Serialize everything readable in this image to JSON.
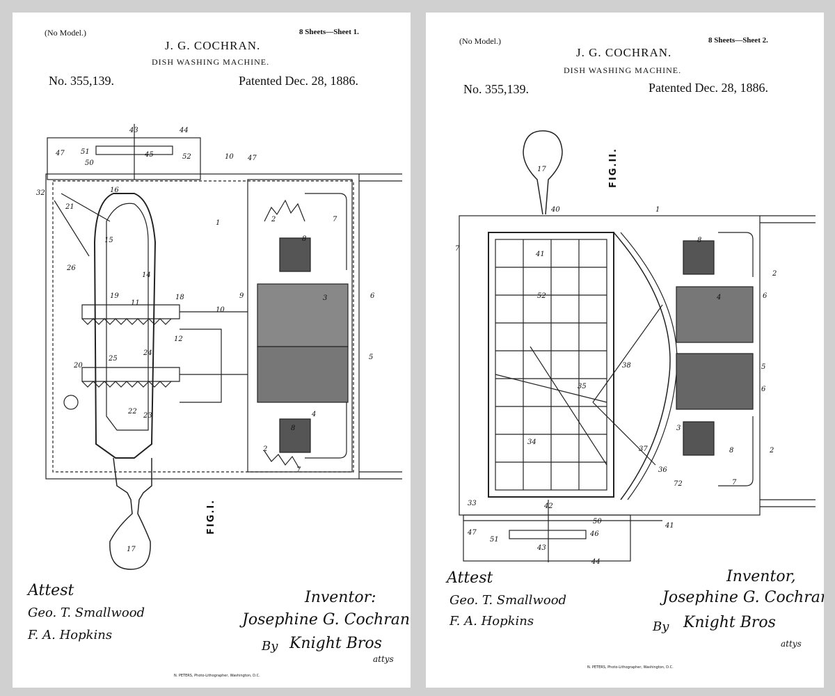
{
  "sheets": [
    {
      "no_model": "(No Model.)",
      "sheet_count": "8 Sheets—Sheet 1.",
      "inventor_name": "J. G. COCHRAN.",
      "title": "DISH WASHING MACHINE.",
      "number": "No. 355,139.",
      "patented": "Patented Dec. 28, 1886.",
      "figure_label": "FIG.I.",
      "attest_label": "Attest",
      "witness_1": "Geo. T. Smallwood",
      "witness_2": "F. A. Hopkins",
      "inventor_label": "Inventor:",
      "inventor_signature": "Josephine G. Cochran",
      "by_label": "By",
      "attorney_signature": "Knight Bros",
      "attys_label": "attys",
      "footer": "N. PETERS, Photo-Lithographer, Washington, D.C."
    },
    {
      "no_model": "(No Model.)",
      "sheet_count": "8 Sheets—Sheet 2.",
      "inventor_name": "J. G. COCHRAN.",
      "title": "DISH WASHING MACHINE.",
      "number": "No. 355,139.",
      "patented": "Patented Dec. 28, 1886.",
      "figure_label": "FIG.II.",
      "attest_label": "Attest",
      "witness_1": "Geo. T. Smallwood",
      "witness_2": "F. A. Hopkins",
      "inventor_label": "Inventor,",
      "inventor_signature": "Josephine G. Cochran",
      "by_label": "By",
      "attorney_signature": "Knight Bros",
      "attys_label": "attys",
      "footer": "N. PETERS, Photo-Lithographer, Washington, D.C."
    }
  ],
  "drawing_labels": {
    "fig1": [
      "43",
      "44",
      "47",
      "51",
      "50",
      "45",
      "52",
      "10",
      "47",
      "32",
      "21",
      "16",
      "15",
      "1",
      "2",
      "7",
      "8",
      "26",
      "14",
      "9",
      "3",
      "6",
      "19",
      "11",
      "18",
      "10",
      "12",
      "5",
      "20",
      "24",
      "25",
      "22",
      "23",
      "17",
      "4",
      "8",
      "2",
      "7"
    ],
    "fig2": [
      "17",
      "40",
      "1",
      "7",
      "41",
      "8",
      "2",
      "52",
      "4",
      "6",
      "38",
      "35",
      "5",
      "6",
      "3",
      "34",
      "37",
      "36",
      "72",
      "8",
      "2",
      "7",
      "33",
      "42",
      "47",
      "51",
      "43",
      "44",
      "46",
      "50",
      "41"
    ]
  }
}
